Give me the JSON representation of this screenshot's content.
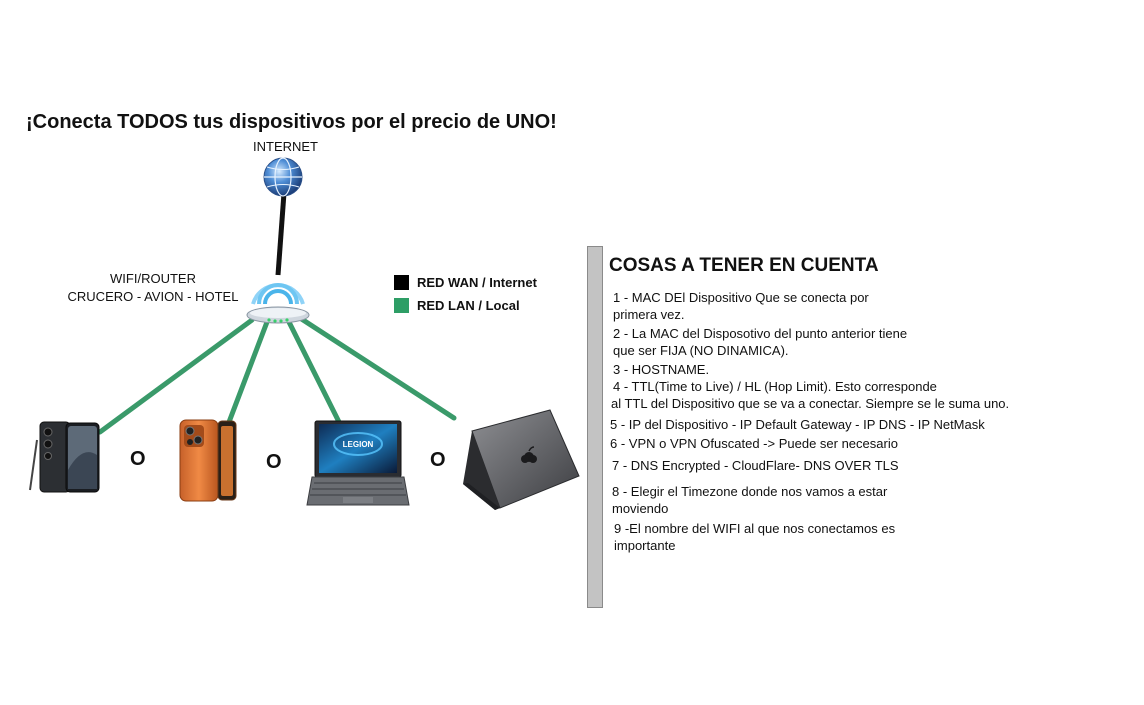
{
  "headline": "¡Conecta TODOS tus dispositivos por el precio de UNO!",
  "internet_label": "INTERNET",
  "router_label": [
    "WIFI/ROUTER",
    "CRUCERO - AVION - HOTEL"
  ],
  "legend": [
    {
      "label": "RED WAN / Internet",
      "color": "#000000"
    },
    {
      "label": "RED LAN / Local",
      "color": "#2e9e66"
    }
  ],
  "colors": {
    "lan_line": "#3a9a6a",
    "wan_line": "#111111",
    "wifi": "#6ec6f2"
  },
  "separator": "O",
  "devices": [
    "phone-icon",
    "phone-icon",
    "laptop-icon",
    "laptop-icon"
  ],
  "laptop_brand": "LEGION",
  "notes_title": "COSAS A TENER EN CUENTA",
  "notes": [
    [
      "1 - MAC DEl Dispositivo Que se conecta por",
      "primera vez."
    ],
    [
      "2 - La MAC del Disposotivo del punto anterior tiene",
      "que ser FIJA (NO DINAMICA)."
    ],
    [
      "3 - HOSTNAME."
    ],
    [
      "4 - TTL(Time to Live) / HL (Hop Limit). Esto corresponde",
      "al TTL del Dispositivo que se va a conectar. Siempre se le suma uno."
    ],
    [
      "5 - IP del Dispositivo - IP Default Gateway - IP DNS - IP NetMask"
    ],
    [
      "6 - VPN o VPN Ofuscated -> Puede ser necesario"
    ],
    [
      "7 - DNS Encrypted - CloudFlare- DNS OVER TLS"
    ],
    [
      "8 - Elegir el Timezone donde nos vamos a estar",
      "moviendo"
    ],
    [
      "9 -El nombre del WIFI al que nos conectamos es",
      "importante"
    ]
  ]
}
